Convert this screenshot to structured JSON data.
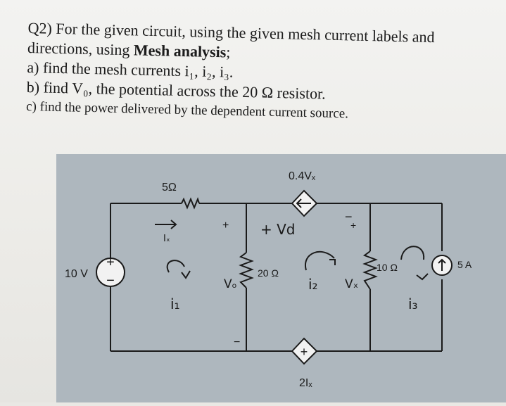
{
  "question": {
    "line1": "Q2) For the given circuit, using the given mesh current labels and",
    "line2_a": "directions, using ",
    "line2_bold": "Mesh analysis",
    "line2_b": ";",
    "line3": "a) find the mesh currents i₁, i₂, i₃.",
    "line4": "b) find V₀, the potential across the 20 Ω resistor.",
    "line5": "c) find the power delivered by the dependent current source."
  },
  "circuit": {
    "dep_top_label": "0.4Vₓ",
    "dep_bottom_label": "2Iₓ",
    "source_voltage_label": "10 V",
    "resistor_5_label": "5Ω",
    "resistor_20_label": "20 Ω",
    "resistor_10_label": "10 Ω",
    "current_source_label": "5 A",
    "ix_label": "Iₓ",
    "vd_label": "+ Vd",
    "plus": "+",
    "minus": "−",
    "mesh1_label": "i₁",
    "mesh2_label": "i₂",
    "mesh3_label": "i₃",
    "vo_label": "Vₒ",
    "vx_label": "Vₓ"
  },
  "colors": {
    "figure_bg": "#aeb7be",
    "wire": "#1a1a1a",
    "paper": "#efeeea"
  }
}
